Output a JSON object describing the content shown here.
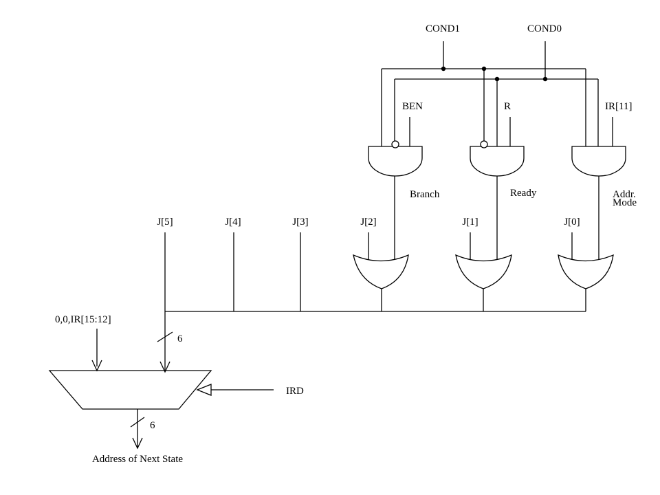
{
  "inputs": {
    "cond1": "COND1",
    "cond0": "COND0",
    "ben": "BEN",
    "r": "R",
    "ir11": "IR[11]",
    "ir15_12": "0,0,IR[15:12]",
    "ird": "IRD"
  },
  "gate_outputs": {
    "branch": "Branch",
    "ready": "Ready",
    "addr_mode_1": "Addr.",
    "addr_mode_2": "Mode"
  },
  "j_bits": [
    "J[5]",
    "J[4]",
    "J[3]",
    "J[2]",
    "J[1]",
    "J[0]"
  ],
  "bus_width_in": "6",
  "bus_width_out": "6",
  "output_label": "Address of Next State"
}
